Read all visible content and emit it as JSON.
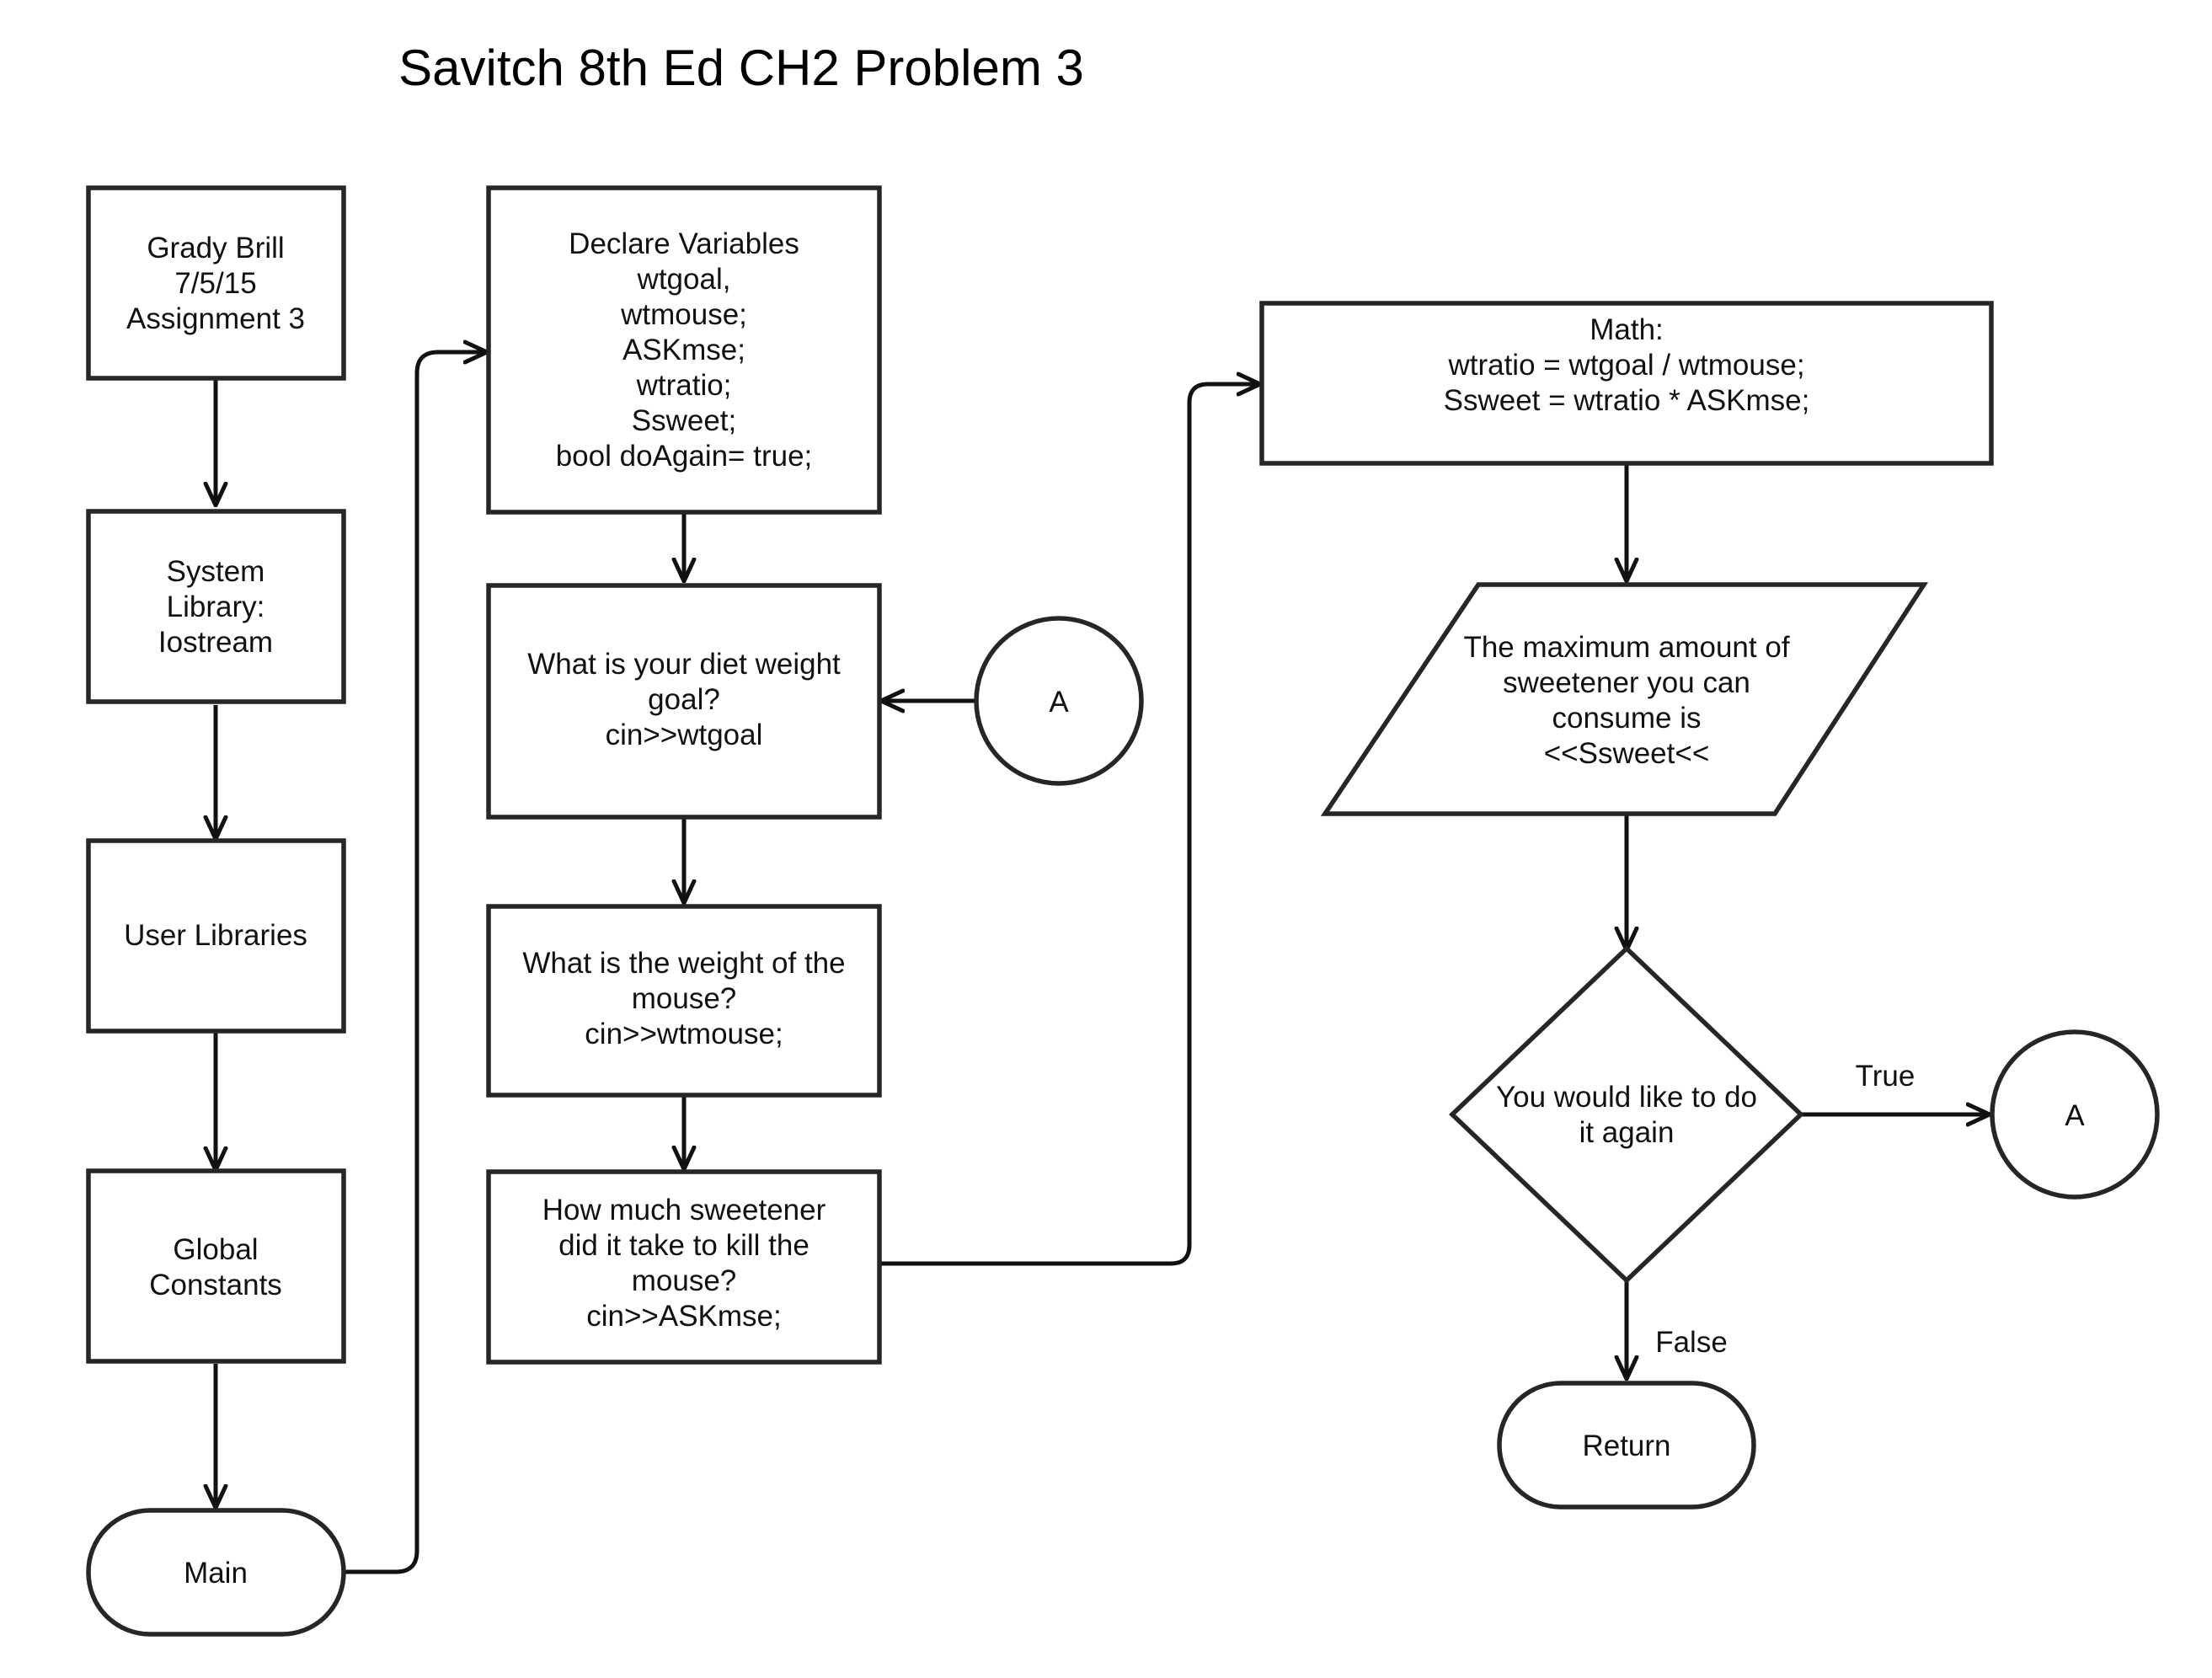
{
  "title": "Savitch 8th Ed CH2 Problem 3",
  "nodes": {
    "header": [
      "Grady Brill",
      "7/5/15",
      "Assignment 3"
    ],
    "system_library": [
      "System",
      "Library:",
      "Iostream"
    ],
    "user_libraries": [
      "User Libraries"
    ],
    "global_constants": [
      "Global",
      "Constants"
    ],
    "main": [
      "Main"
    ],
    "declare_variables": [
      "Declare Variables",
      "wtgoal,",
      "wtmouse;",
      "ASKmse;",
      "wtratio;",
      "Ssweet;",
      "bool doAgain= true;"
    ],
    "input_goal": [
      "What is your diet weight",
      "goal?",
      "cin>>wtgoal"
    ],
    "input_mouse": [
      "What is the weight of the",
      "mouse?",
      "cin>>wtmouse;"
    ],
    "input_sweetener": [
      "How much sweetener",
      "did it take to kill the",
      "mouse?",
      "cin>>ASKmse;"
    ],
    "connector_a_top": [
      "A"
    ],
    "math": [
      "Math:",
      "wtratio = wtgoal / wtmouse;",
      "Ssweet = wtratio * ASKmse;"
    ],
    "output": [
      "The maximum amount of",
      "sweetener you can",
      "consume is",
      "<<Ssweet<<"
    ],
    "decision": [
      "You would like to do",
      "it again"
    ],
    "connector_a_right": [
      "A"
    ],
    "return": [
      "Return"
    ]
  },
  "edges": {
    "true_label": "True",
    "false_label": "False"
  },
  "colors": {
    "stroke": "#262626",
    "fill": "#ffffff",
    "text": "#111111"
  }
}
